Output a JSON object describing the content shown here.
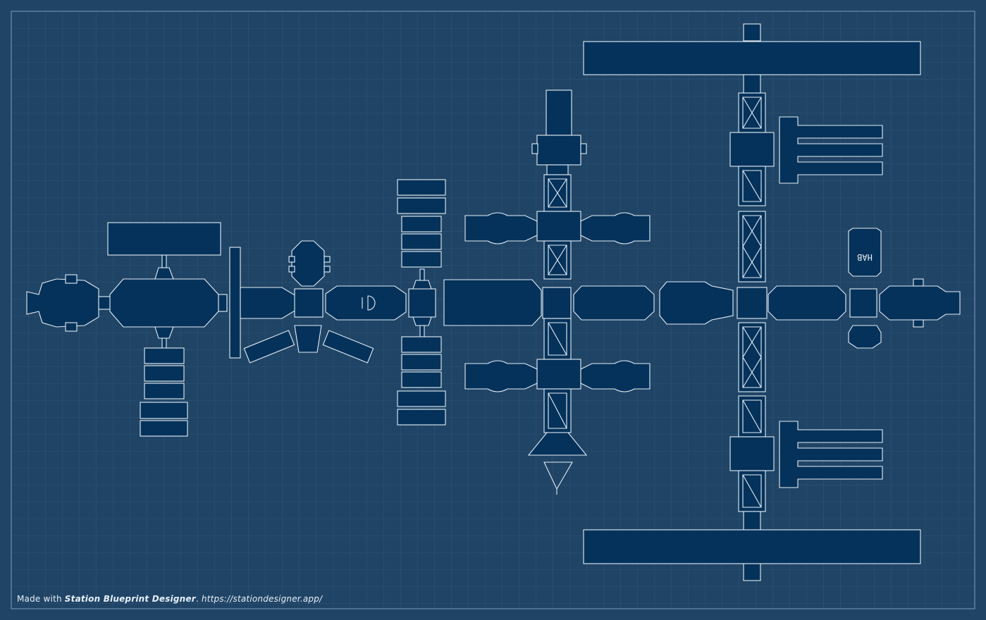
{
  "colors": {
    "background": "#1f4466",
    "grid": "#34597c",
    "module_fill": "#05325a",
    "outline": "#e6eef6"
  },
  "modules": {
    "hab_label": "HAB"
  },
  "footer": {
    "prefix": "Made with",
    "app_name": "Station Blueprint Designer",
    "separator": ".",
    "url": "https://stationdesigner.app/"
  }
}
